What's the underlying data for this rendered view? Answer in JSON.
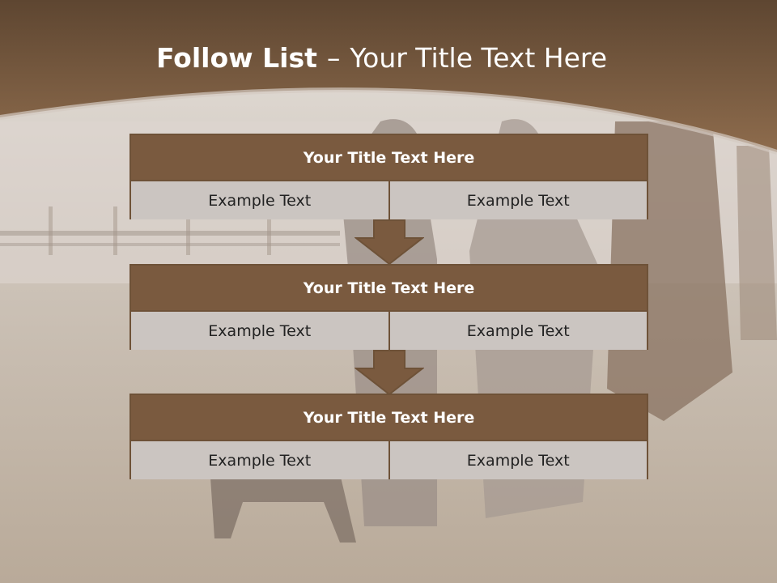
{
  "slide": {
    "title_bold": "Follow List",
    "title_separator": "–",
    "title_rest": "Your Title Text Here"
  },
  "steps": [
    {
      "title": "Your Title Text Here",
      "left": "Example Text",
      "right": "Example Text"
    },
    {
      "title": "Your Title Text Here",
      "left": "Example Text",
      "right": "Example Text"
    },
    {
      "title": "Your Title Text Here",
      "left": "Example Text",
      "right": "Example Text"
    }
  ],
  "colors": {
    "header_brown": "#7a5a3f",
    "cell_gray": "#cbc5c1",
    "border_brown": "#6e5238",
    "title_text": "#ffffff"
  }
}
